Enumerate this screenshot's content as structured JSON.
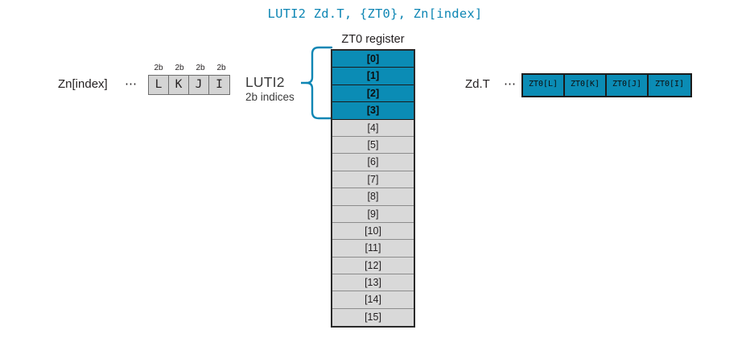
{
  "title": "LUTI2 Zd.T, {ZT0}, Zn[index]",
  "colors": {
    "accent_blue": "#0b8cb5",
    "title_blue": "#0e86b4",
    "cell_gray": "#d4d4d4",
    "row_gray": "#d9d9d9",
    "outline": "#1b1b1b"
  },
  "source_vector": {
    "label": "Zn[index]",
    "ellipsis": "⋯",
    "bit_labels": [
      "2b",
      "2b",
      "2b",
      "2b"
    ],
    "cells": [
      "L",
      "K",
      "J",
      "I"
    ]
  },
  "annotation": {
    "title": "LUTI2",
    "subtitle": "2b indices",
    "brace_icon": "curly-brace-icon"
  },
  "register": {
    "title": "ZT0 register",
    "rows": [
      {
        "label": "[0]",
        "highlighted": true
      },
      {
        "label": "[1]",
        "highlighted": true
      },
      {
        "label": "[2]",
        "highlighted": true
      },
      {
        "label": "[3]",
        "highlighted": true
      },
      {
        "label": "[4]",
        "highlighted": false
      },
      {
        "label": "[5]",
        "highlighted": false
      },
      {
        "label": "[6]",
        "highlighted": false
      },
      {
        "label": "[7]",
        "highlighted": false
      },
      {
        "label": "[8]",
        "highlighted": false
      },
      {
        "label": "[9]",
        "highlighted": false
      },
      {
        "label": "[10]",
        "highlighted": false
      },
      {
        "label": "[11]",
        "highlighted": false
      },
      {
        "label": "[12]",
        "highlighted": false
      },
      {
        "label": "[13]",
        "highlighted": false
      },
      {
        "label": "[14]",
        "highlighted": false
      },
      {
        "label": "[15]",
        "highlighted": false
      }
    ]
  },
  "dest_vector": {
    "label": "Zd.T",
    "ellipsis": "⋯",
    "cells": [
      "ZT0[L]",
      "ZT0[K]",
      "ZT0[J]",
      "ZT0[I]"
    ]
  }
}
